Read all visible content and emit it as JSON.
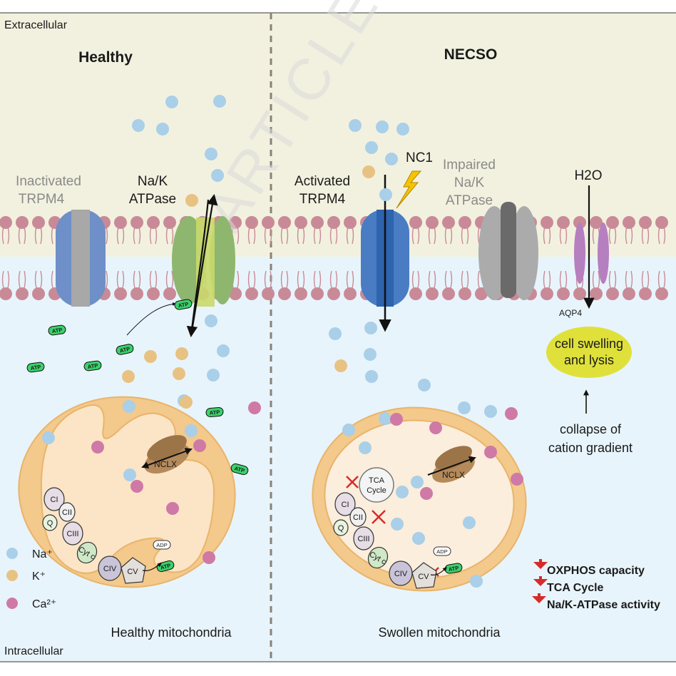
{
  "regions": {
    "extracellular": "Extracellular",
    "intracellular": "Intracellular"
  },
  "left": {
    "title": "Healthy",
    "trpm4_label_1": "Inactivated",
    "trpm4_label_2": "TRPM4",
    "nak_label_1": "Na/K",
    "nak_label_2": "ATPase",
    "nclx": "NCLX",
    "atp": "ATP",
    "adp": "ADP",
    "caption": "Healthy mitochondria"
  },
  "right": {
    "title": "NECSO",
    "nc1": "NC1",
    "trpm4_label_1": "Activated",
    "trpm4_label_2": "TRPM4",
    "nak_label_1": "Impaired",
    "nak_label_2": "Na/K",
    "nak_label_3": "ATPase",
    "water": "H2O",
    "aqp4": "AQP4",
    "swelling_1": "cell swelling",
    "swelling_2": "and lysis",
    "collapse_1": "collapse of",
    "collapse_2": "cation gradient",
    "tca_1": "TCA",
    "tca_2": "Cycle",
    "nclx": "NCLX",
    "atp": "ATP",
    "adp": "ADP",
    "caption": "Swollen mitochondria"
  },
  "complexes": {
    "ci": "CI",
    "cii": "CII",
    "q": "Q",
    "ciii": "CIII",
    "cytc": "Cyt c",
    "civ": "CIV",
    "cv": "CV"
  },
  "legend": {
    "na": "Na⁺",
    "k": "K⁺",
    "ca": "Ca²⁺"
  },
  "effects": [
    "OXPHOS capacity",
    "TCA Cycle",
    "Na/K-ATPase activity"
  ],
  "watermark": "ARTICLE IN PRESS",
  "colors": {
    "extracellular": "#f2f1df",
    "intracellular": "#e8f4fb",
    "na": "#a9cfe9",
    "k": "#e8c283",
    "ca": "#cf79a6",
    "lipid": "#c98a97",
    "trpm4": "#6e8fc8",
    "nak": "#8fb66e",
    "mito": "#f3c98c",
    "atp": "#3bd16b",
    "swelling": "#dfe13a",
    "down_arrow": "#d62b2b"
  }
}
